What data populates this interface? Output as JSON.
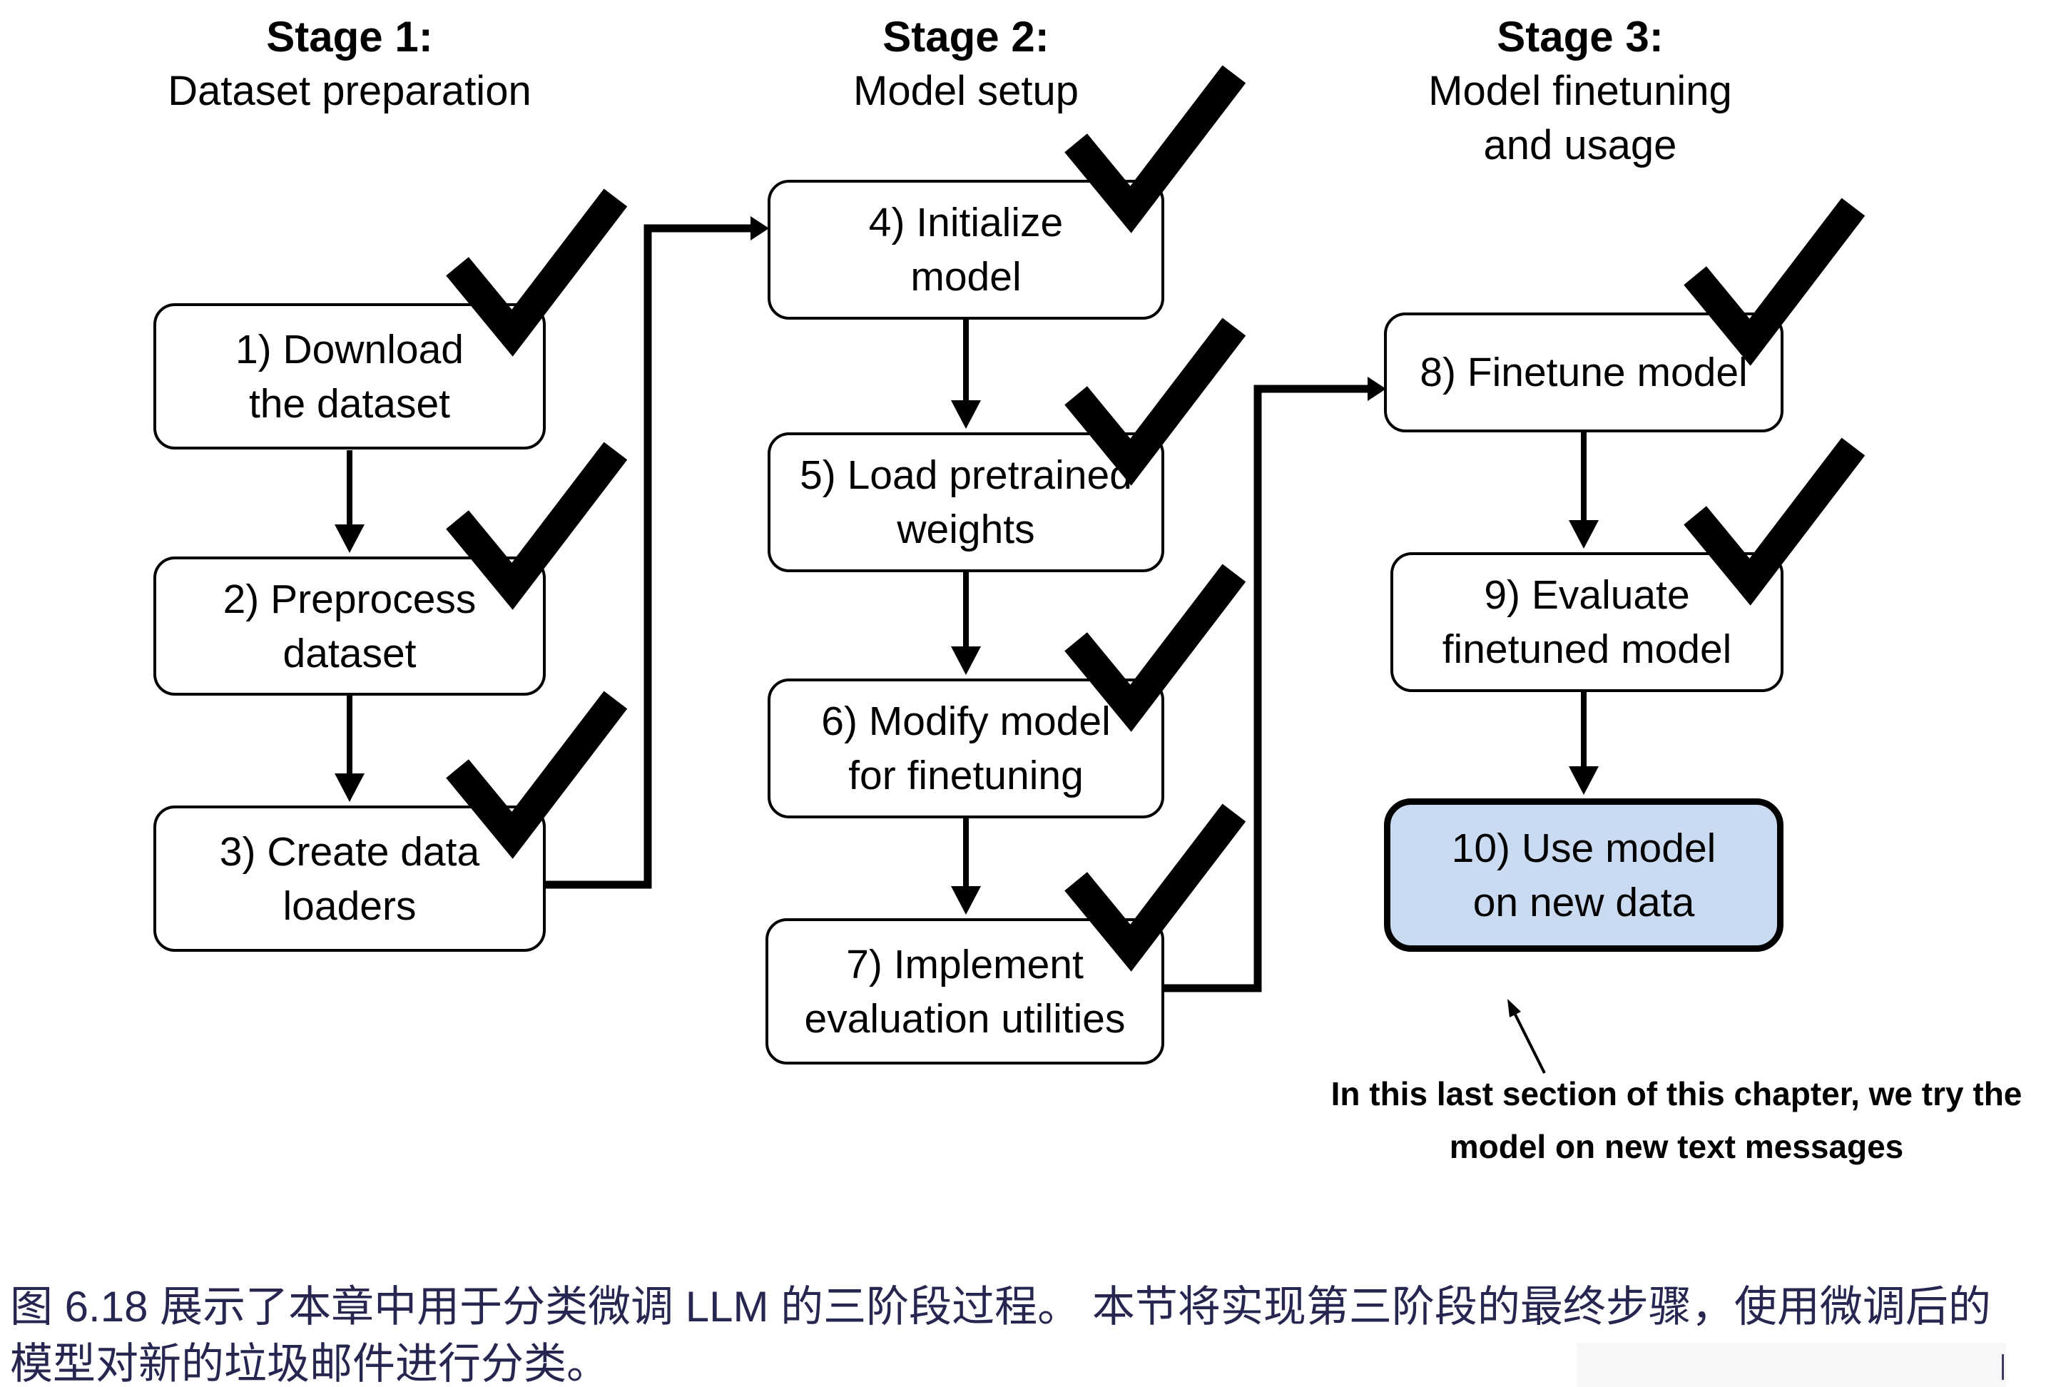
{
  "stages": [
    {
      "title": "Stage 1:",
      "subtitle_lines": [
        "Dataset preparation"
      ]
    },
    {
      "title": "Stage 2:",
      "subtitle_lines": [
        "Model setup"
      ]
    },
    {
      "title": "Stage 3:",
      "subtitle_lines": [
        "Model finetuning",
        "and usage"
      ]
    }
  ],
  "boxes": [
    {
      "id": 1,
      "lines": [
        "1) Download",
        "the dataset"
      ],
      "checked": true,
      "highlighted": false
    },
    {
      "id": 2,
      "lines": [
        "2) Preprocess",
        "dataset"
      ],
      "checked": true,
      "highlighted": false
    },
    {
      "id": 3,
      "lines": [
        "3) Create data",
        "loaders"
      ],
      "checked": true,
      "highlighted": false
    },
    {
      "id": 4,
      "lines": [
        "4) Initialize",
        "model"
      ],
      "checked": true,
      "highlighted": false
    },
    {
      "id": 5,
      "lines": [
        "5) Load pretrained",
        "weights"
      ],
      "checked": true,
      "highlighted": false
    },
    {
      "id": 6,
      "lines": [
        "6) Modify model",
        "for finetuning"
      ],
      "checked": true,
      "highlighted": false
    },
    {
      "id": 7,
      "lines": [
        "7) Implement",
        "evaluation utilities"
      ],
      "checked": true,
      "highlighted": false
    },
    {
      "id": 8,
      "lines": [
        "8) Finetune model"
      ],
      "checked": true,
      "highlighted": false
    },
    {
      "id": 9,
      "lines": [
        "9) Evaluate",
        "finetuned model"
      ],
      "checked": true,
      "highlighted": false
    },
    {
      "id": 10,
      "lines": [
        "10) Use model",
        "on new data"
      ],
      "checked": false,
      "highlighted": true
    }
  ],
  "annotation": {
    "lines": [
      "In this last section of this chapter, we try the",
      "model on new text messages"
    ]
  },
  "caption": {
    "lines": [
      "图 6.18 展示了本章中用于分类微调 LLM 的三阶段过程。 本节将实现第三阶段的最终步骤，使用微调后的",
      "模型对新的垃圾邮件进行分类。"
    ]
  },
  "colors": {
    "highlight_fill": "#cadaf0",
    "caption_text": "#262650",
    "ink": "#000000"
  }
}
